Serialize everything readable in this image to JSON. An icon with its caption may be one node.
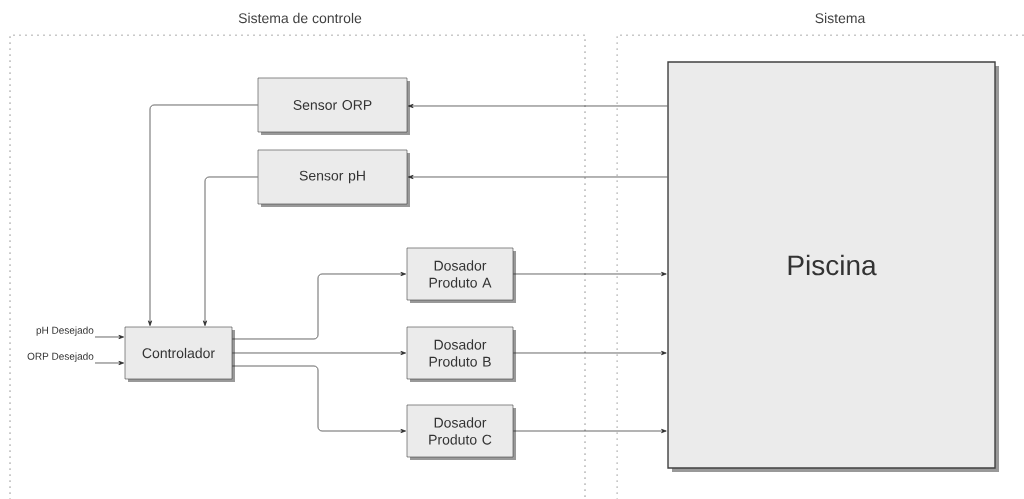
{
  "diagram": {
    "nodes": [
      {
        "text": [
          "Sistema de controle"
        ]
      },
      {
        "text": [
          "Sistema"
        ]
      },
      {
        "text": [
          "Sensor ORP"
        ],
        "in": 0
      },
      {
        "text": [
          "Sensor pH"
        ],
        "in": 0
      },
      {
        "text": [
          "pH Desejado"
        ],
        "in": 0
      },
      {
        "text": [
          "ORP Desejado"
        ],
        "in": 0
      },
      {
        "text": [
          "Controlador"
        ],
        "in": 0
      },
      {
        "text": [
          "Dosador Produto A"
        ],
        "in": 0
      },
      {
        "text": [
          "Dosador Produto B"
        ],
        "in": 0
      },
      {
        "text": [
          "Dosador Produto C"
        ],
        "in": 0
      },
      {
        "text": [
          "Piscina"
        ],
        "in": 1
      }
    ],
    "edges": [
      {
        "from": 10,
        "to": 2,
        "arrow": "to"
      },
      {
        "from": 10,
        "to": 3,
        "arrow": "to"
      },
      {
        "from": 2,
        "to": 6,
        "arrow": "to"
      },
      {
        "from": 3,
        "to": 6,
        "arrow": "to"
      },
      {
        "from": 4,
        "to": 6,
        "arrow": "to"
      },
      {
        "from": 5,
        "to": 6,
        "arrow": "to"
      },
      {
        "from": 6,
        "to": 7,
        "arrow": "to"
      },
      {
        "from": 6,
        "to": 8,
        "arrow": "to"
      },
      {
        "from": 6,
        "to": 9,
        "arrow": "to"
      },
      {
        "from": 7,
        "to": 10,
        "arrow": "to"
      },
      {
        "from": 8,
        "to": 10,
        "arrow": "to"
      },
      {
        "from": 9,
        "to": 10,
        "arrow": "to"
      }
    ]
  }
}
